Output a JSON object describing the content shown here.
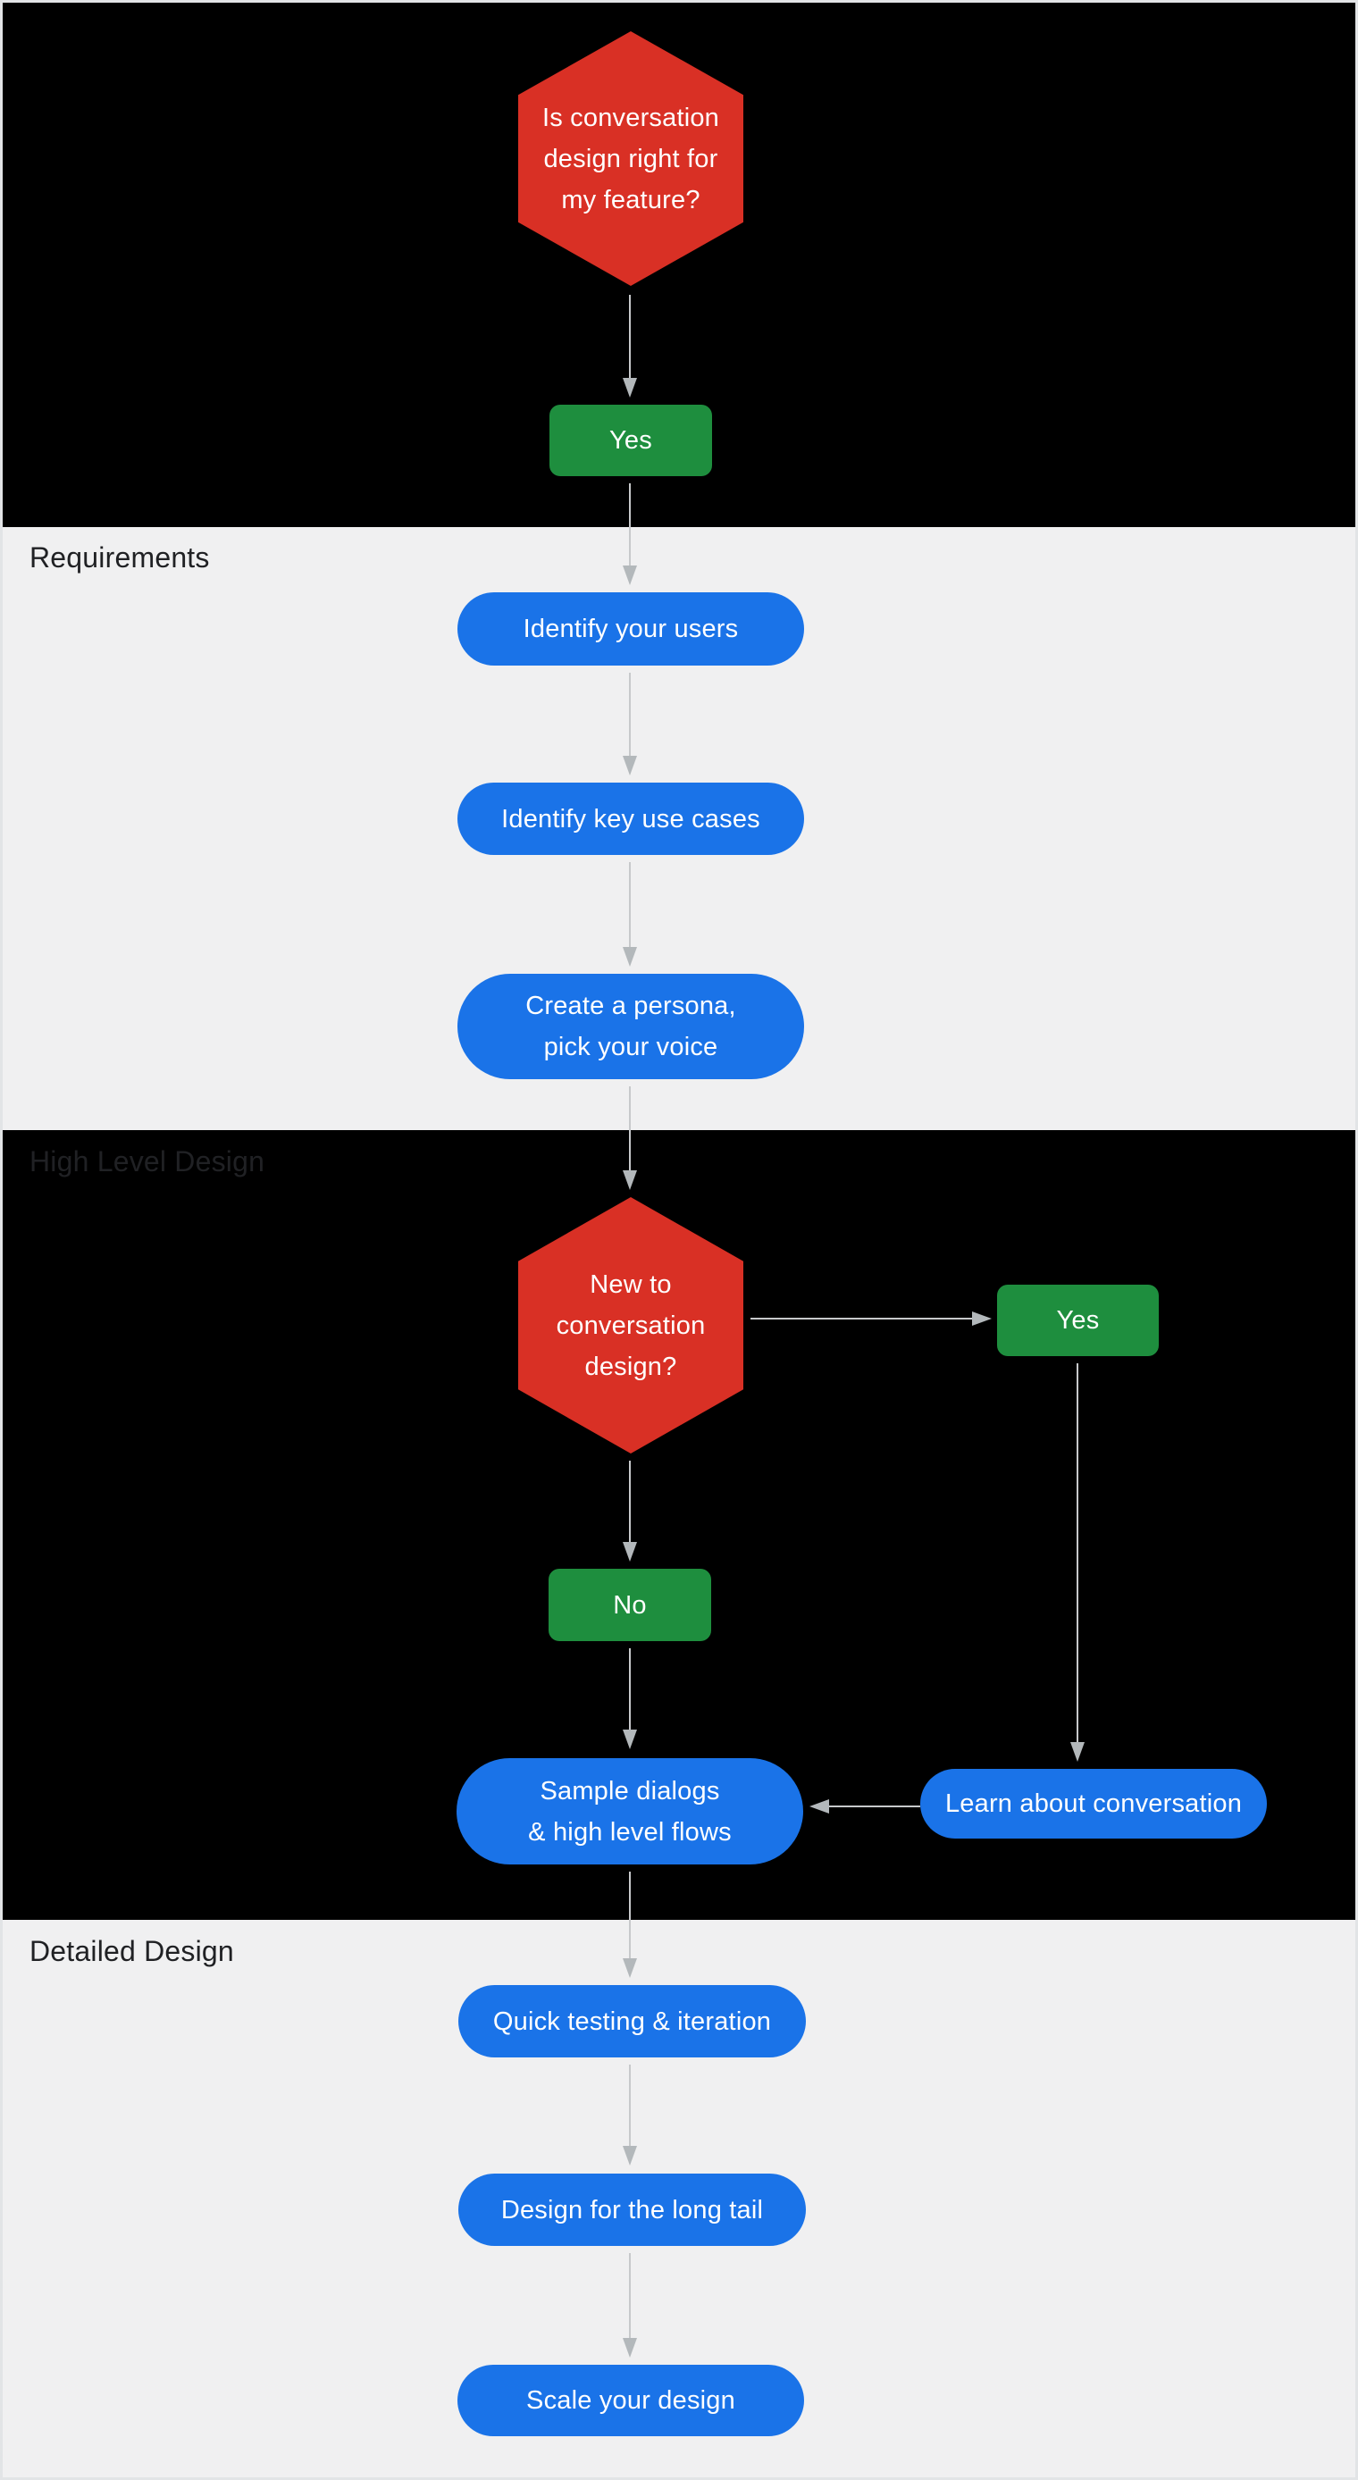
{
  "colors": {
    "decision_red": "#d93025",
    "answer_green": "#1e8e3e",
    "process_blue": "#1a73e8",
    "section_dark": "#000000",
    "section_light": "#f0f0f1",
    "section_label_text": "#202124",
    "connector_line": "#c7c9cb",
    "connector_head": "#b3b8bb",
    "node_text": "#ffffff"
  },
  "sections": [
    {
      "id": "intro",
      "label": ""
    },
    {
      "id": "requirements",
      "label": "Requirements"
    },
    {
      "id": "high-level-design",
      "label": "High Level Design"
    },
    {
      "id": "detailed-design",
      "label": "Detailed Design"
    }
  ],
  "nodes": {
    "q_feature": {
      "type": "decision",
      "label": "Is conversation\ndesign right for\nmy feature?"
    },
    "yes1": {
      "type": "answer",
      "label": "Yes"
    },
    "identify_users": {
      "type": "process",
      "label": "Identify your users"
    },
    "identify_use_cases": {
      "type": "process",
      "label": "Identify key use cases"
    },
    "create_persona": {
      "type": "process",
      "label": "Create a persona,\npick your voice"
    },
    "q_new_to_cd": {
      "type": "decision",
      "label": "New to\nconversation\ndesign?"
    },
    "yes2": {
      "type": "answer",
      "label": "Yes"
    },
    "no1": {
      "type": "answer",
      "label": "No"
    },
    "sample_dialogs": {
      "type": "process",
      "label": "Sample dialogs\n& high level flows"
    },
    "learn_conversation": {
      "type": "process",
      "label": "Learn about conversation"
    },
    "quick_testing": {
      "type": "process",
      "label": "Quick testing & iteration"
    },
    "long_tail": {
      "type": "process",
      "label": "Design for the long tail"
    },
    "scale_design": {
      "type": "process",
      "label": "Scale your design"
    }
  }
}
